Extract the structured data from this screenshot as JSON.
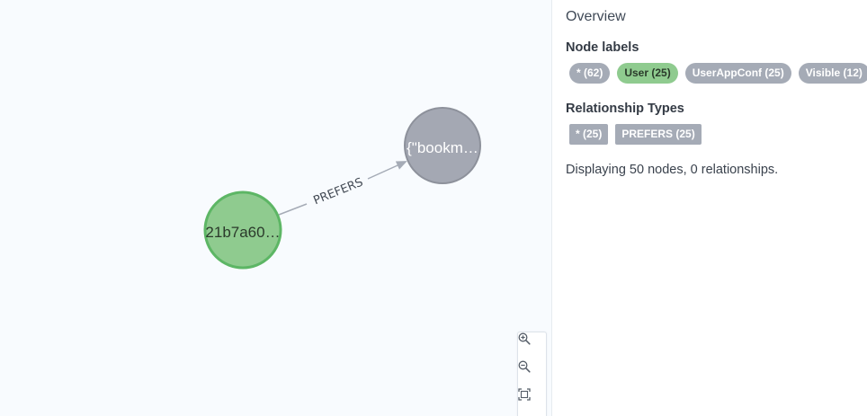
{
  "graph": {
    "nodes": [
      {
        "label": "21b7a60…",
        "fill": "#8fcb8f",
        "stroke": "#5db665",
        "text_color": "#2b3a2b"
      },
      {
        "label": "{\"bookm…",
        "fill": "#a4a8b3",
        "stroke": "#8d919b",
        "text_color": "#ffffff"
      }
    ],
    "relationship": {
      "label": "PREFERS",
      "color": "#a5abb6"
    }
  },
  "overview": {
    "title": "Overview",
    "node_labels_title": "Node labels",
    "node_labels": [
      {
        "text": "* (62)",
        "bg": "#a5abb6",
        "fg": "#ffffff"
      },
      {
        "text": "User (25)",
        "bg": "#8fcb8f",
        "fg": "#2a3a2a"
      },
      {
        "text": "UserAppConf (25)",
        "bg": "#a5abb6",
        "fg": "#ffffff"
      },
      {
        "text": "Visible (12)",
        "bg": "#a5abb6",
        "fg": "#ffffff"
      }
    ],
    "relationship_types_title": "Relationship Types",
    "relationship_types": [
      {
        "text": "* (25)",
        "bg": "#a5abb6",
        "fg": "#ffffff"
      },
      {
        "text": "PREFERS (25)",
        "bg": "#a5abb6",
        "fg": "#ffffff"
      }
    ],
    "summary": "Displaying 50 nodes, 0 relationships."
  },
  "zoom": {
    "icons": [
      "zoom-in-icon",
      "zoom-out-icon",
      "fit-to-screen-icon"
    ]
  }
}
